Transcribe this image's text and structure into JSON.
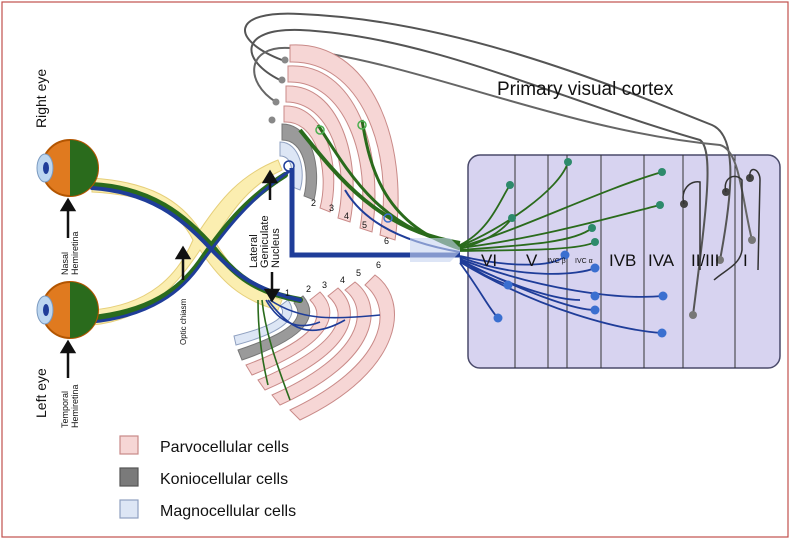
{
  "title": "Primary visual cortex",
  "eyes": {
    "right_eye": "Right eye",
    "left_eye": "Left eye",
    "nasal_hemiretina": [
      "Nasal",
      "Hemiretina"
    ],
    "temporal_hemiretina": [
      "Temporal",
      "Hemiretina"
    ]
  },
  "optic_chiasm": "Optic chiasm",
  "lgn_label": [
    "Lateral",
    "Geniculate",
    "Nucleus"
  ],
  "lgn_layers_top": [
    "2",
    "3",
    "4",
    "5",
    "6"
  ],
  "lgn_layers_bottom": [
    "1",
    "2",
    "3",
    "4",
    "5",
    "6"
  ],
  "cortex_layers": [
    "VI",
    "V",
    "IVC β",
    "IVC α",
    "IVB",
    "IVA",
    "II/III",
    "I"
  ],
  "legend": [
    {
      "label": "Parvocellular cells",
      "color": "#f6d6d5"
    },
    {
      "label": "Koniocellular  cells",
      "color": "#7a7a7a"
    },
    {
      "label": "Magnocellular cells",
      "color": "#dde6f5"
    }
  ],
  "colors": {
    "frame": "#c0504d",
    "cortex_fill": "#d7d3f0",
    "cortex_stroke": "#4a4a6a",
    "optic_nerve": "#fbeeb0",
    "magno_pathway": "#1f3d99",
    "parvo_pathway": "#2a6b1c",
    "konio_pathway": "#555555",
    "parvo_layer": "#f6d6d5",
    "konio_layer": "#9a9a9a",
    "magno_layer": "#dde6f5",
    "iris": "#e07a1f"
  }
}
